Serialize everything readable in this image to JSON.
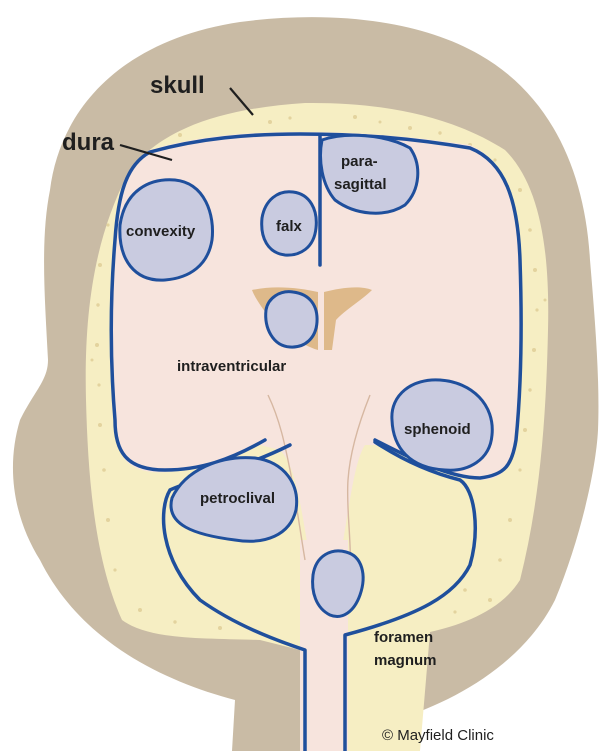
{
  "labels": {
    "skull": "skull",
    "dura": "dura",
    "convexity": "convexity",
    "falx": "falx",
    "parasagittal_line1": "para-",
    "parasagittal_line2": "sagittal",
    "intraventricular": "intraventricular",
    "sphenoid": "sphenoid",
    "petroclival": "petroclival",
    "foramen_line1": "foramen",
    "foramen_line2": "magnum"
  },
  "copyright": "© Mayfield Clinic",
  "colors": {
    "head": "#c9bba5",
    "skull_bone": "#f6eec3",
    "bone_speckle": "#e3d39e",
    "brain": "#f7e4dd",
    "dura_line": "#1f4f9c",
    "tumor": "#c9cbe0",
    "ventricle": "#deb98a",
    "text": "#1f1f1f"
  }
}
